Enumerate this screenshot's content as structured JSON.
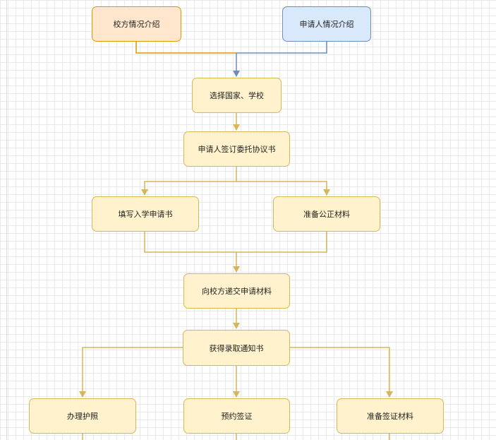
{
  "nodes": {
    "school_intro": "校方情况介绍",
    "applicant_intro": "申请人情况介绍",
    "choose_country_school": "选择国家、学校",
    "sign_agreement": "申请人签订委托协议书",
    "fill_application": "填写入学申请书",
    "prepare_notary": "准备公正材料",
    "submit_materials": "向校方递交申请材料",
    "get_admission": "获得录取通知书",
    "passport": "办理护照",
    "visa_appointment": "预约签证",
    "visa_materials": "准备签证材料"
  },
  "colors": {
    "orange_fill": "#ffe6cc",
    "orange_stroke": "#d79b00",
    "blue_fill": "#dae8fc",
    "blue_stroke": "#6c8ebf",
    "yellow_fill": "#fff2cc",
    "yellow_stroke": "#d6b656"
  }
}
